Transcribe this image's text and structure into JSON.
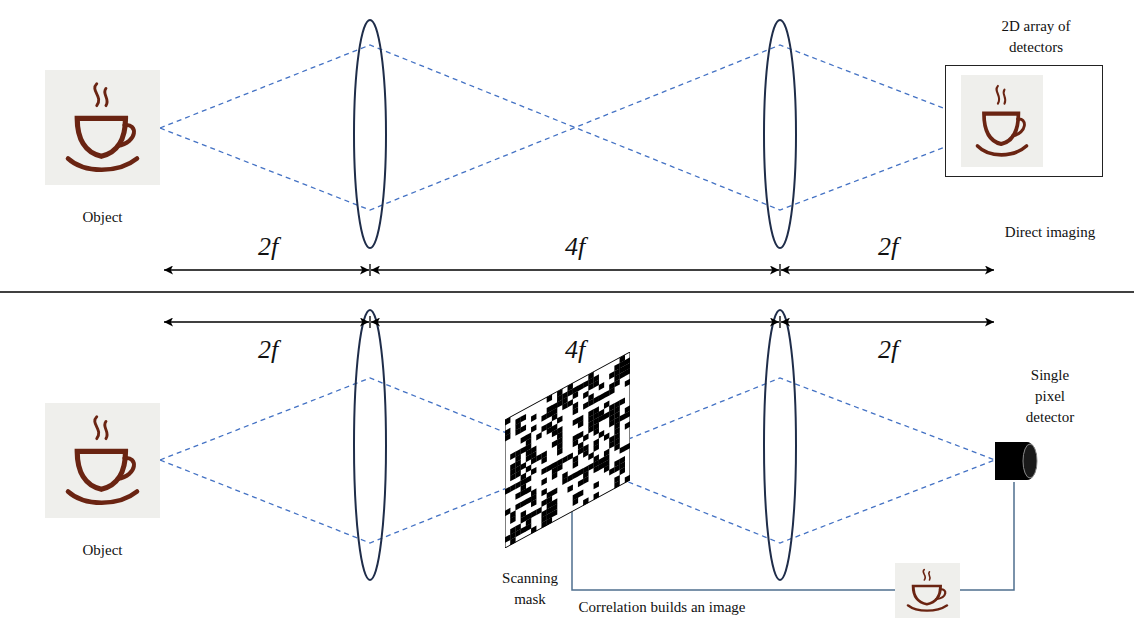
{
  "diagram": {
    "nodes": [
      {
        "text": [
          "Object"
        ]
      },
      {
        "text": [
          "2D array of detectors"
        ]
      },
      {
        "text": [
          "Object"
        ]
      },
      {
        "text": [
          "Scanning mask"
        ]
      },
      {
        "text": [
          "Single pixel detector"
        ]
      }
    ],
    "edges": [
      {
        "from": 3,
        "to": 4,
        "arrow": "none",
        "label": "Correlation builds an image"
      }
    ],
    "labels": [
      "2f",
      "4f",
      "2f",
      "Direct imaging",
      "2f",
      "4f",
      "2f"
    ]
  }
}
